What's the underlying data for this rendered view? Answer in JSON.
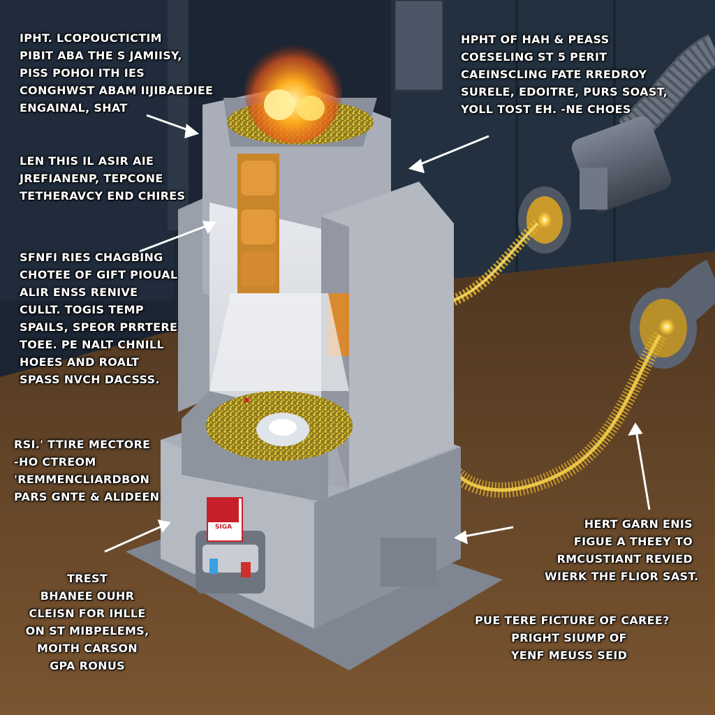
{
  "labels": {
    "top_left": [
      "IPHT. LCOPOUCTICTIM",
      "PIBIT ABA THE S JAMIISY,",
      "PISS POHOI ITH IES",
      "CONGHWST ABAM IIJIBAEDIEE",
      "ENGAINAL, SHAT"
    ],
    "top_right": [
      "HPHT OF HAH & PEASS",
      "COESELING ST 5 PERIT",
      "CAEINSCLING FATE RREDROY",
      "SURELE, EDOITRE, PURS SOAST,",
      "YOLL TOST EH. -NE CHOES"
    ],
    "mid_left_1": [
      "LEN THIS IL ASIR AIE",
      "JREFIANENP, TEPCONE",
      "TETHERAVCY END CHIRES"
    ],
    "mid_left_2": [
      "SFNFI RIES CHAGBING",
      "CHOTEE OF GIFT PIOUAL",
      "ALIR ENSS RENIVE",
      "CULLT. TOGIS TEMP",
      "SPAILS, SPEOR PRRTERE",
      "TOEE. PE NALT CHNILL",
      "HOEES AND ROALT",
      "SPASS NVCH DACSSS."
    ],
    "low_left": [
      "RSI.' TTIRE MECTORE",
      "-HO CTREOM",
      "'REMMENCLIARDBON",
      "PARS GNTE & ALIDEEN"
    ],
    "bottom_left": [
      "TREST",
      "BHANEE OUHR",
      "CLEISN FOR IHLLE",
      "ON ST MIBPELEMS,",
      "MOITH CARSON",
      "GPA RONUS"
    ],
    "right_mid": [
      "HERT GARN ENIS",
      "FIGUE A THEEY TO",
      "RMCUSTIANT REVIED",
      "WIERK THE FLIOR SAST."
    ],
    "bottom_right": [
      "PUE TERE FICTURE OF CAREE?",
      "PRIGHT SIUMP OF",
      "YENF MEUSS SEID"
    ]
  },
  "badge_text": "SIGA",
  "colors": {
    "background": "#1b2533",
    "floor": "#6b4a28",
    "machine": "#a9aeb8",
    "machine_shade": "#8a909c",
    "glow": "#f5a623",
    "grain": "#d4b82a",
    "badge_red": "#c8202a"
  }
}
